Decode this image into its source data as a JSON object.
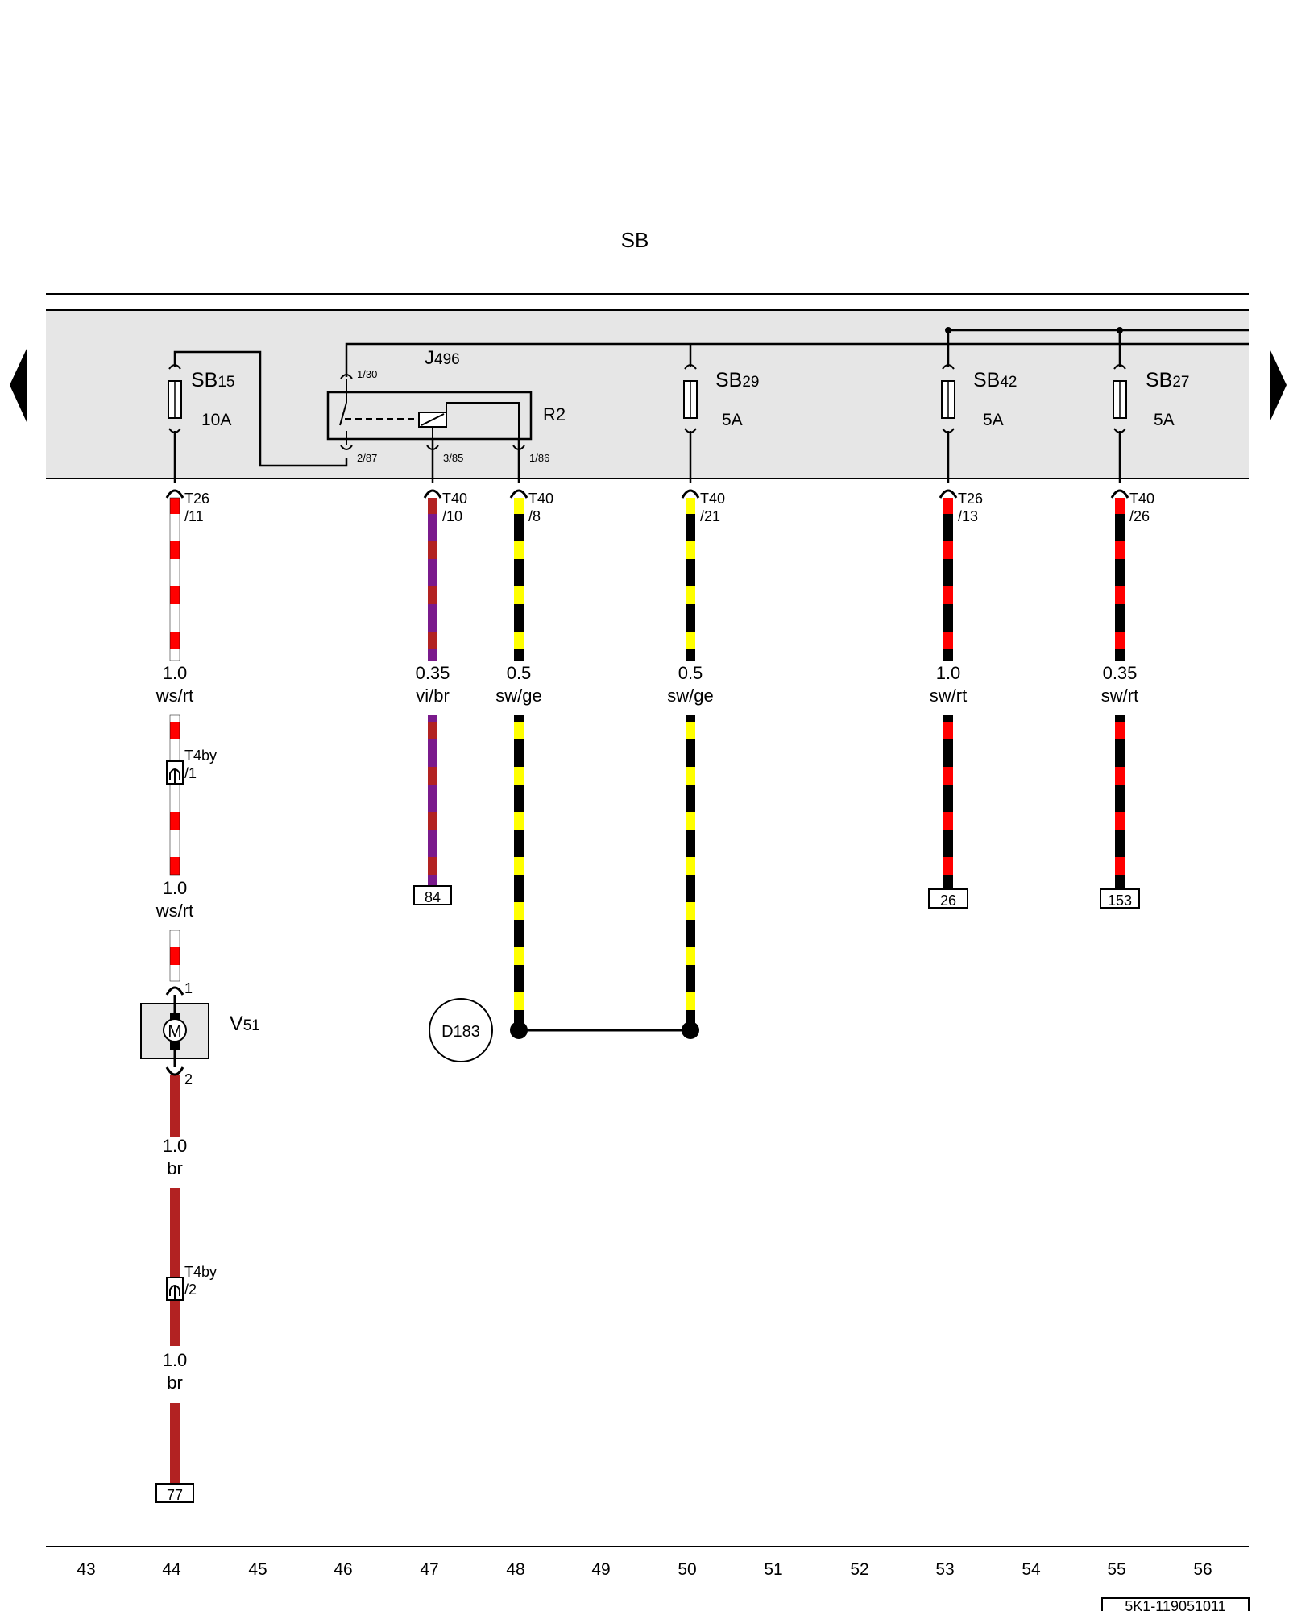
{
  "title": "SB",
  "fuses": [
    {
      "name": "SB",
      "num": "15",
      "rating": "10A"
    },
    {
      "name": "SB",
      "num": "29",
      "rating": "5A"
    },
    {
      "name": "SB",
      "num": "42",
      "rating": "5A"
    },
    {
      "name": "SB",
      "num": "27",
      "rating": "5A"
    }
  ],
  "relay": {
    "name": "J",
    "num": "496",
    "label": "R2",
    "pins": [
      "1/30",
      "2/87",
      "3/85",
      "1/86"
    ]
  },
  "connectors": [
    {
      "main": "T26",
      "pin": "/11"
    },
    {
      "main": "T40",
      "pin": "/10"
    },
    {
      "main": "T40",
      "pin": "/8"
    },
    {
      "main": "T40",
      "pin": "/21"
    },
    {
      "main": "T26",
      "pin": "/13"
    },
    {
      "main": "T40",
      "pin": "/26"
    }
  ],
  "wire_labels": [
    {
      "size": "1.0",
      "color": "ws/rt"
    },
    {
      "size": "0.35",
      "color": "vi/br"
    },
    {
      "size": "0.5",
      "color": "sw/ge"
    },
    {
      "size": "0.5",
      "color": "sw/ge"
    },
    {
      "size": "1.0",
      "color": "sw/rt"
    },
    {
      "size": "0.35",
      "color": "sw/rt"
    },
    {
      "size": "1.0",
      "color": "ws/rt"
    },
    {
      "size": "1.0",
      "color": "br"
    },
    {
      "size": "1.0",
      "color": "br"
    }
  ],
  "inline_connectors": [
    {
      "main": "T4by",
      "pin": "/1"
    },
    {
      "main": "T4by",
      "pin": "/2"
    }
  ],
  "motor": {
    "name": "V",
    "num": "51",
    "symbol": "M",
    "pin_top": "1",
    "pin_bottom": "2"
  },
  "splice": "D183",
  "terminals": [
    "84",
    "26",
    "153",
    "77"
  ],
  "columns": [
    "43",
    "44",
    "45",
    "46",
    "47",
    "48",
    "49",
    "50",
    "51",
    "52",
    "53",
    "54",
    "55",
    "56"
  ],
  "footer_code": "5K1-119051011",
  "colors": {
    "panel": "#e6e6e6",
    "red": "#ff0000",
    "white": "#ffffff",
    "black": "#000000",
    "yellow": "#ffff00",
    "violet": "#7a1a8c",
    "brown": "#b22222"
  }
}
